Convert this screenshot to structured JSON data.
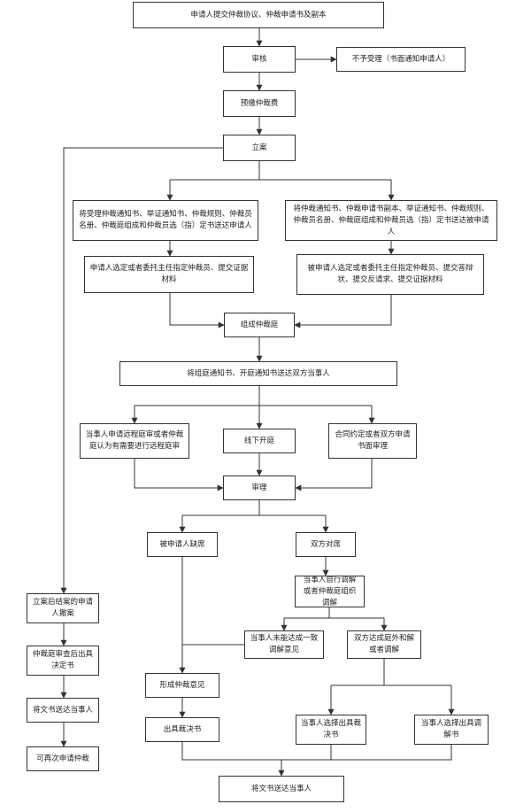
{
  "flowchart": {
    "line_color": "#333333",
    "nodes": {
      "submit": "申请人提交仲裁协议、仲裁申请书及副本",
      "review": "审核",
      "reject": "不予受理（书面通知申请人）",
      "prepay": "预缴仲裁费",
      "file_case": "立案",
      "notify_applicant": "将受理仲裁通知书、举证通知书、仲裁规则、仲裁员名册、仲裁庭组成和仲裁员选（指）定书送达申请人",
      "notify_respondent": "将仲裁通知书、仲裁申请书副本、举证通知书、仲裁规则、仲裁员名册、仲裁庭组成和仲裁员选（指）定书送达被申请人",
      "applicant_select": "申请人选定或者委托主任指定仲裁员、提交证据材料",
      "respondent_select": "被申请人选定或者委托主任指定仲裁员、提交答辩状、提交反请求、提交证据材料",
      "form_tribunal": "组成仲裁庭",
      "hearing_notice": "将组庭通知书、开庭通知书送达双方当事人",
      "remote_hearing": "当事人申请远程庭审或者仲裁庭认为有需要进行远程庭审",
      "offline_hearing": "线下开庭",
      "written_hearing": "合同约定或者双方申请书面审理",
      "trial": "审理",
      "absent": "被申请人缺席",
      "both_present": "双方对席",
      "mediation": "当事人自行调解或者仲裁庭组织调解",
      "no_agreement": "当事人未能达成一致调解意见",
      "settled": "双方达成庭外和解或者调解",
      "award_opinion": "形成仲裁意见",
      "issue_award": "出具裁决书",
      "choose_award": "当事人选择出具裁决书",
      "choose_mediation": "当事人选择出具调解书",
      "deliver_final": "将文书送达当事人",
      "withdraw": "立案后结案的申请人撤案",
      "decision": "仲裁庭审查后出具决定书",
      "deliver_left": "将文书送达当事人",
      "reapply": "可再次申请仲裁"
    }
  }
}
